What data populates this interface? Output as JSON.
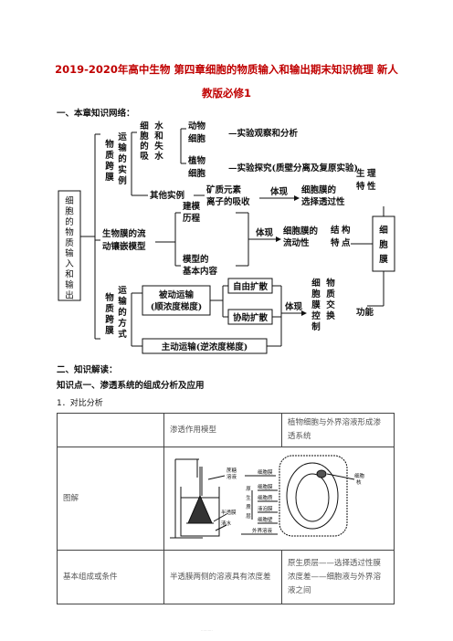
{
  "title": {
    "line1": "2019-2020年高中生物 第四章细胞的物质输入和输出期末知识梳理 新人",
    "line2": "教版必修1"
  },
  "section1": "一、本章知识网络：",
  "mindmap": {
    "root": [
      "细",
      "胞",
      "的",
      "物",
      "质",
      "输",
      "入",
      "和",
      "输",
      "出"
    ],
    "yunshu_shili": [
      [
        "物",
        "质",
        "跨",
        "膜"
      ],
      [
        "运",
        "输",
        "的",
        "实",
        "例"
      ]
    ],
    "xibao_shui": [
      [
        "细",
        "胞",
        "的",
        "吸"
      ],
      [
        "水",
        "和",
        "失",
        "水"
      ]
    ],
    "dongwu": [
      "动物",
      "细胞"
    ],
    "zhiwu": [
      "植物",
      "细胞"
    ],
    "shiyan1": "—实验观察和分析",
    "shiyan2": "—实验探究(质壁分离及复原实验)",
    "qita": "其他实例",
    "kuangzhi": [
      "矿质元素",
      "离子的吸收"
    ],
    "tixian": "体现",
    "xuanze": [
      "细胞膜的",
      "选择透过性"
    ],
    "shengli": [
      "生",
      "理",
      "特",
      "性"
    ],
    "liudong_mx": [
      "生物膜的流",
      "动镶嵌模型"
    ],
    "jianmo": [
      "建模",
      "历程"
    ],
    "moxing": [
      "模型的",
      "基本内容"
    ],
    "liudongxing": [
      "细胞膜的",
      "流动性"
    ],
    "jiegou": [
      "结",
      "构",
      "特",
      "点"
    ],
    "xibaomo": [
      "细",
      "胞",
      "膜"
    ],
    "fangshi": [
      [
        "物",
        "质",
        "跨",
        "膜"
      ],
      [
        "运",
        "输",
        "的",
        "方",
        "式"
      ]
    ],
    "beidong": [
      "被动运输",
      "(顺浓度梯度)"
    ],
    "ziyou": "自由扩散",
    "xiezhu": "协助扩散",
    "zhudong": "主动运输(逆浓度梯度)",
    "kongzhi": [
      [
        "细",
        "胞",
        "膜",
        "控",
        "制"
      ],
      [
        "物",
        "质",
        "交",
        "换"
      ]
    ],
    "gongneng": "功能"
  },
  "section2": "二、知识解读：",
  "point1": "知识点一、渗透系统的组成分析及应用",
  "sub1": "1．对比分析",
  "table": {
    "header": [
      "",
      "渗透作用模型",
      "植物细胞与外界溶液形成渗透系统"
    ],
    "row_image": "图解",
    "row_cond": [
      "基本组成或条件",
      "半透膜两侧的溶液具有浓度差",
      "原生质层——选择透过性膜浓度差——细胞液与外界溶液之间"
    ]
  },
  "figure": {
    "left_labels": [
      "蔗糖",
      "溶液",
      "半透膜",
      "清水"
    ],
    "right_labels": [
      "细胞膜",
      "细胞质",
      "液泡膜",
      "细胞壁",
      "外界溶液"
    ],
    "bracket": [
      "原",
      "生",
      "质",
      "层"
    ],
    "nucleus": [
      "细胞",
      "核"
    ]
  },
  "footer": "··········"
}
